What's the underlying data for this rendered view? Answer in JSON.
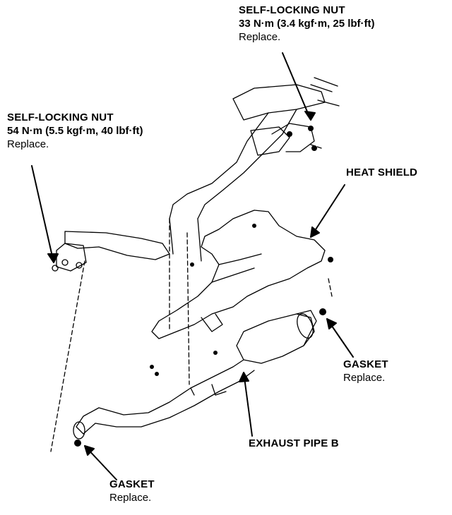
{
  "callouts": {
    "nut_top": {
      "title": "SELF-LOCKING NUT",
      "spec": "33 N·m (3.4 kgf·m, 25 lbf·ft)",
      "note": "Replace."
    },
    "nut_left": {
      "title": "SELF-LOCKING NUT",
      "spec": "54 N·m (5.5 kgf·m, 40 lbf·ft)",
      "note": "Replace."
    },
    "heat_shield": {
      "title": "HEAT SHIELD"
    },
    "gasket_right": {
      "title": "GASKET",
      "note": "Replace."
    },
    "exhaust_pipe": {
      "title": "EXHAUST PIPE B"
    },
    "gasket_bottom": {
      "title": "GASKET",
      "note": "Replace."
    }
  }
}
